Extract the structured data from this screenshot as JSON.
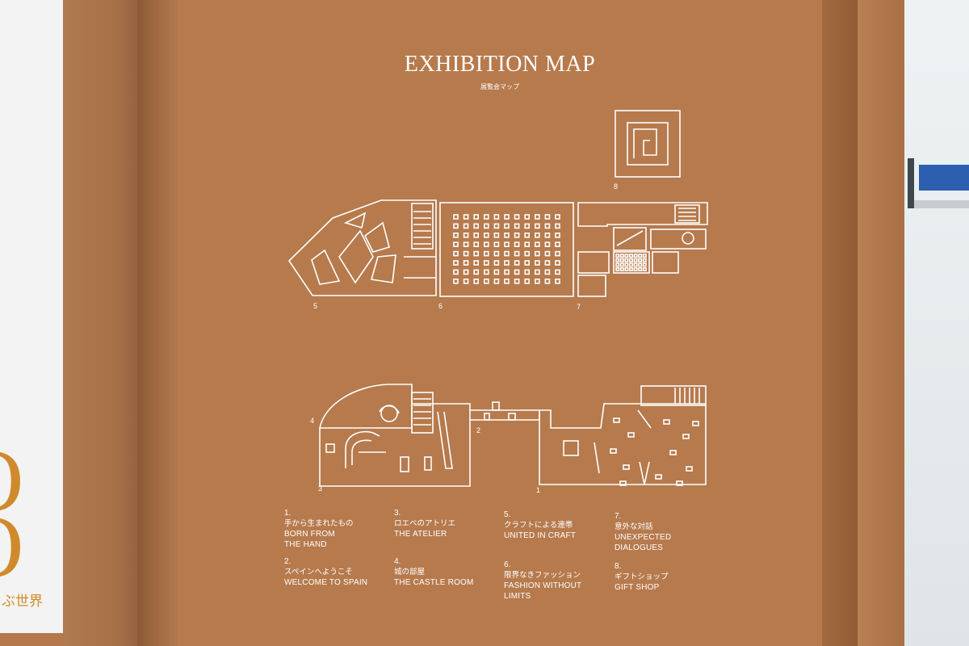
{
  "map": {
    "title": "EXHIBITION MAP",
    "subtitle": "展覧会マップ"
  },
  "floor_labels": [
    "1",
    "2",
    "3",
    "4",
    "5",
    "6",
    "7",
    "8"
  ],
  "legend": [
    {
      "num": "1.",
      "jp": "手から生まれたもの",
      "en": [
        "BORN FROM",
        "THE HAND"
      ]
    },
    {
      "num": "2.",
      "jp": "スペインへようこそ",
      "en": [
        "WELCOME TO SPAIN"
      ]
    },
    {
      "num": "3.",
      "jp": "ロエベのアトリエ",
      "en": [
        "THE ATELIER"
      ]
    },
    {
      "num": "4.",
      "jp": "城の部屋",
      "en": [
        "THE CASTLE ROOM"
      ]
    },
    {
      "num": "5.",
      "jp": "クラフトによる連帯",
      "en": [
        "UNITED IN CRAFT"
      ]
    },
    {
      "num": "6.",
      "jp": "限界なきファッション",
      "en": [
        "FASHION WITHOUT",
        "LIMITS"
      ]
    },
    {
      "num": "7.",
      "jp": "意外な対話",
      "en": [
        "UNEXPECTED",
        "DIALOGUES"
      ]
    },
    {
      "num": "8.",
      "jp": "ギフトショップ",
      "en": [
        "GIFT SHOP"
      ]
    }
  ],
  "poster": {
    "text": "ぶ世界"
  },
  "colors": {
    "board": "#b67a4d",
    "lines": "#ffffff",
    "poster_accent": "#d08a2c",
    "shelf_blue": "#2d5fb0"
  }
}
